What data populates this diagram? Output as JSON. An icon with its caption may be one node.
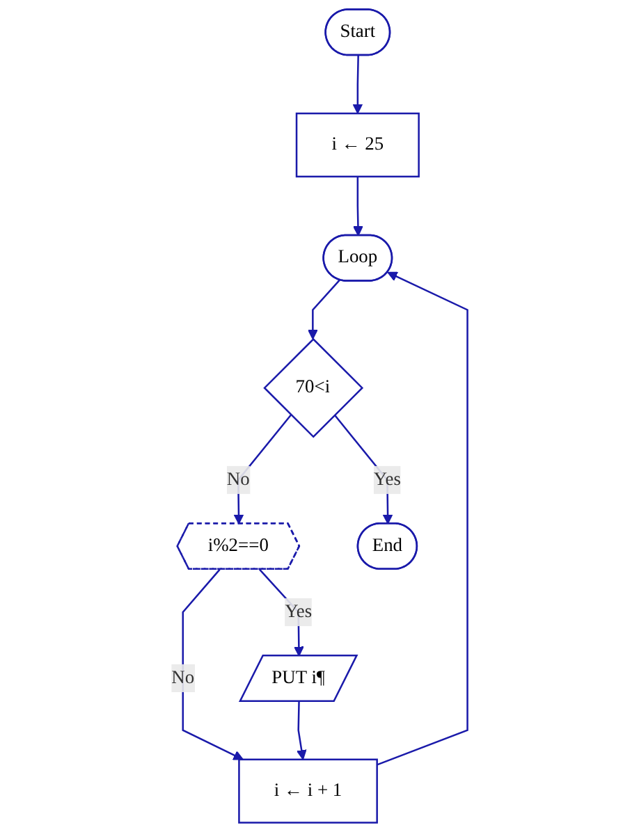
{
  "diagram": {
    "nodes": [
      {
        "text": [
          "Start"
        ]
      },
      {
        "text": [
          "i ← 25"
        ]
      },
      {
        "text": [
          "Loop"
        ]
      },
      {
        "text": [
          "70<i"
        ]
      },
      {
        "text": [
          "i%2==0"
        ]
      },
      {
        "text": [
          "PUT i¶"
        ]
      },
      {
        "text": [
          "i ← i + 1"
        ]
      },
      {
        "text": [
          "End"
        ]
      }
    ],
    "edges": [
      {
        "from": 0,
        "to": 1,
        "arrow": "to"
      },
      {
        "from": 1,
        "to": 2,
        "arrow": "to"
      },
      {
        "from": 2,
        "to": 3,
        "arrow": "to"
      },
      {
        "from": 3,
        "to": 7,
        "label": "Yes",
        "arrow": "to"
      },
      {
        "from": 3,
        "to": 4,
        "label": "No",
        "arrow": "to"
      },
      {
        "from": 4,
        "to": 5,
        "label": "Yes",
        "arrow": "to"
      },
      {
        "from": 4,
        "to": 6,
        "label": "No",
        "arrow": "to"
      },
      {
        "from": 5,
        "to": 6,
        "arrow": "to"
      },
      {
        "from": 6,
        "to": 2,
        "arrow": "to"
      }
    ]
  }
}
